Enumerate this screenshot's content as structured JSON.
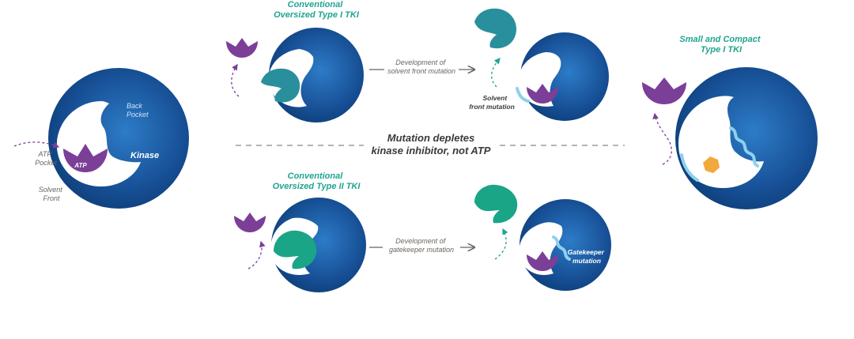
{
  "colors": {
    "kinase_dark": "#0e4c8c",
    "kinase_light": "#2d7cc7",
    "atp_purple": "#7b3f98",
    "type1_teal": "#2a8f9c",
    "type2_green": "#1aa587",
    "title_teal": "#1fa58e",
    "text_gray": "#6b6560",
    "mutation_blue": "#8fd0ef",
    "compact_orange": "#f2a93b"
  },
  "icons": [
    "kinase-domain",
    "atp-molecule",
    "type1-tki",
    "type2-tki",
    "compact-tki",
    "dashed-arrow",
    "solid-arrow"
  ],
  "left": {
    "back_pocket": [
      "Back",
      "Pocket"
    ],
    "kinase": "Kinase",
    "atp_pocket": [
      "ATP",
      "Pocket"
    ],
    "atp": "ATP",
    "solvent_front": [
      "Solvent",
      "Front"
    ]
  },
  "type1": {
    "title": [
      "Conventional",
      "Oversized Type I TKI"
    ],
    "arrow_label": [
      "Development of",
      "solvent front mutation"
    ],
    "mutation": [
      "Solvent",
      "front mutation"
    ]
  },
  "center": {
    "line1": "Mutation depletes",
    "line2": "kinase inhibitor, not ATP"
  },
  "type2": {
    "title": [
      "Conventional",
      "Oversized Type II TKI"
    ],
    "arrow_label": [
      "Development of",
      "gatekeeper mutation"
    ],
    "mutation": [
      "Gatekeeper",
      "mutation"
    ]
  },
  "compact": {
    "title": [
      "Small and Compact",
      "Type I TKI"
    ]
  }
}
